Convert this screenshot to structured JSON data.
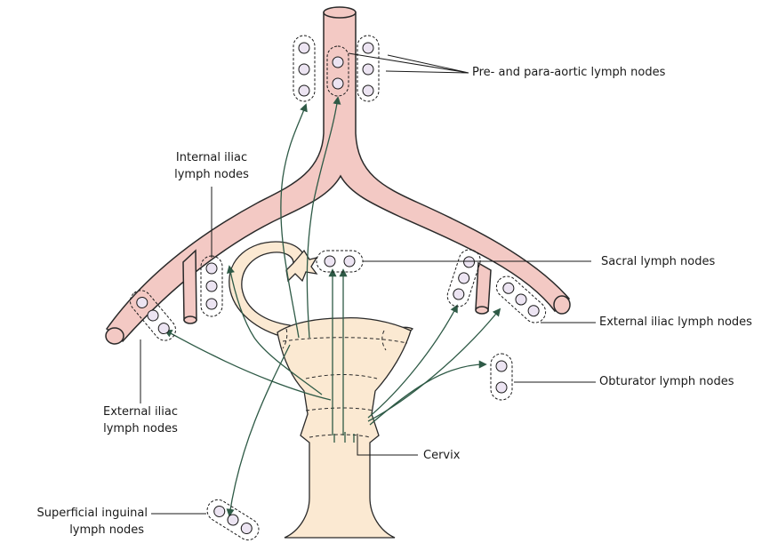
{
  "labels": {
    "para_aortic": "Pre- and para-aortic lymph nodes",
    "internal_iliac_1": "Internal iliac",
    "internal_iliac_2": "lymph nodes",
    "sacral": "Sacral lymph nodes",
    "external_iliac_right": "External iliac lymph nodes",
    "external_iliac_left_1": "External iliac",
    "external_iliac_left_2": "lymph nodes",
    "obturator": "Obturator lymph nodes",
    "cervix": "Cervix",
    "superficial_inguinal_1": "Superficial inguinal",
    "superficial_inguinal_2": "lymph nodes"
  },
  "colors": {
    "vessel_fill": "#f3c9c4",
    "vessel_stroke": "#2a2a2a",
    "uterus_fill": "#fbe9d2",
    "node_fill": "#ece4f2",
    "arrow": "#2e5a46",
    "leader": "#1a1a1a"
  }
}
